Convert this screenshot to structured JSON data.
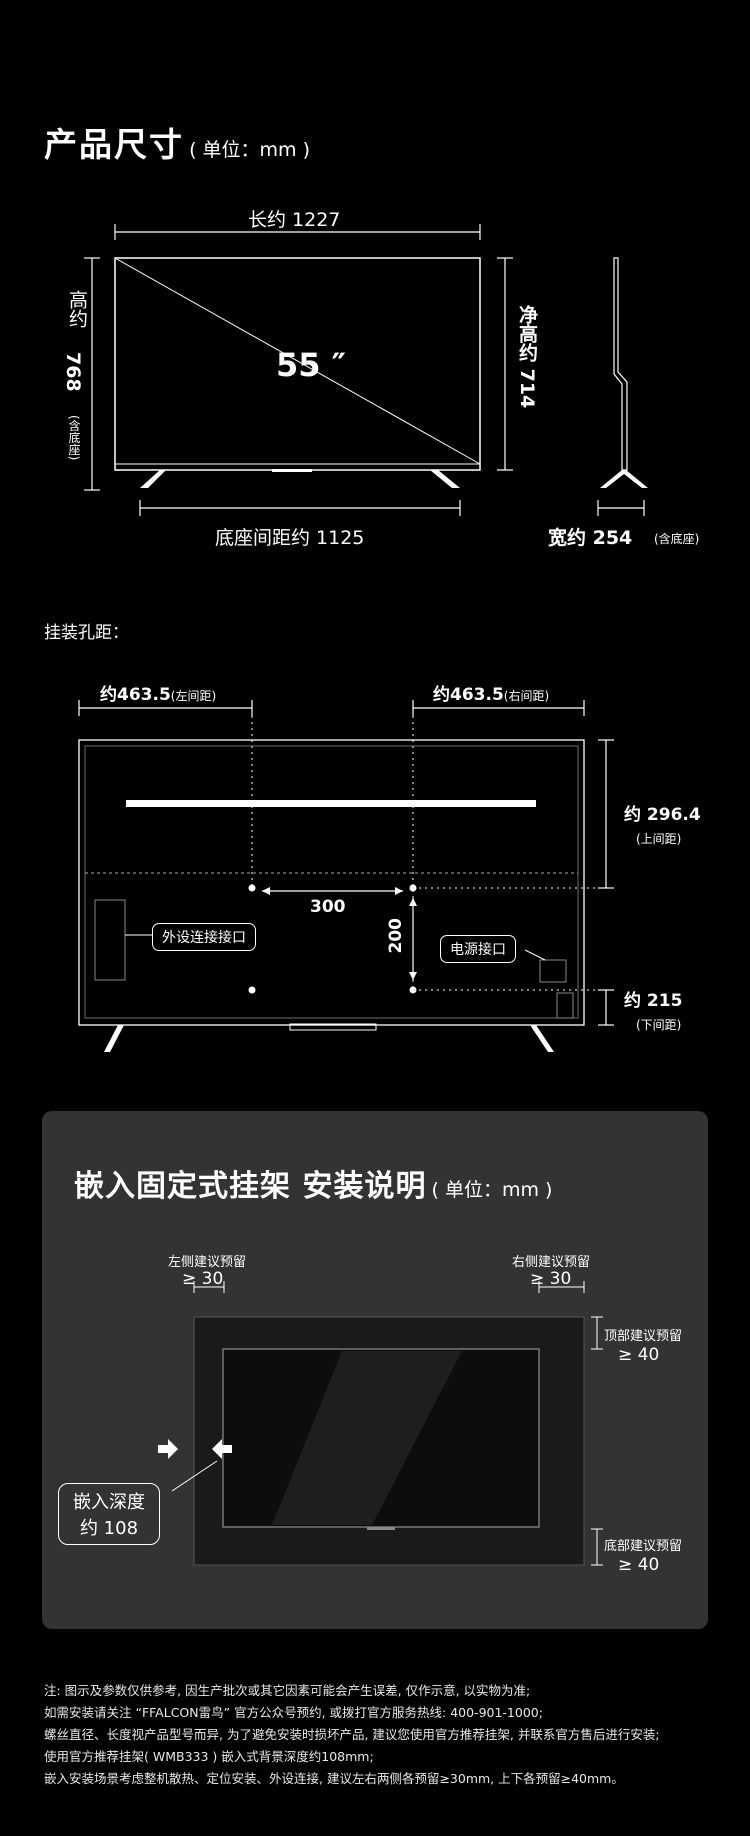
{
  "product_size": {
    "title": "产品尺寸",
    "unit": "( 单位：mm )",
    "length": "长约 1227",
    "height_label": "高约",
    "height_value": "768",
    "height_note": "(含底座)",
    "screen_size": "55 ″",
    "net_height": "净高约 714",
    "base_distance": "底座间距约 1125",
    "width_label": "宽约  254",
    "width_note": "(含底座)"
  },
  "mounting": {
    "title": "挂装孔距：",
    "left_label": "约463.5",
    "left_note": "(左间距)",
    "right_label": "约463.5",
    "right_note": "(右间距)",
    "top_label": "约 296.4",
    "top_note": "(上间距)",
    "bottom_label": "约 215",
    "bottom_note": "(下间距)",
    "horizontal": "300",
    "vertical": "200",
    "ext_port": "外设连接接口",
    "power_port": "电源接口"
  },
  "embedded": {
    "title": "嵌入固定式挂架  安装说明",
    "unit": "( 单位：mm )",
    "left_reserve": "左侧建议预留",
    "left_value": "≥ 30",
    "right_reserve": "右侧建议预留",
    "right_value": "≥ 30",
    "top_reserve": "顶部建议预留",
    "top_value": "≥  40",
    "bottom_reserve": "底部建议预留",
    "bottom_value": "≥  40",
    "depth_line1": "嵌入深度",
    "depth_line2": "约 108"
  },
  "notes": [
    "注: 图示及参数仅供参考, 因生产批次或其它因素可能会产生误差, 仅作示意, 以实物为准;",
    "如需安装请关注 “FFALCON雷鸟” 官方公众号预约, 或拨打官方服务热线: 400-901-1000;",
    "螺丝直径、长度视产品型号而异, 为了避免安装时损坏产品, 建议您使用官方推荐挂架, 并联系官方售后进行安装;",
    "使用官方推荐挂架(  WMB333 ) 嵌入式背景深度约108mm;",
    "嵌入安装场景考虑整机散热、定位安装、外设连接, 建议左右两侧各预留≥30mm, 上下各预留≥40mm。"
  ],
  "colors": {
    "background": "#000000",
    "panel": "#333333",
    "line": "#ffffff"
  }
}
